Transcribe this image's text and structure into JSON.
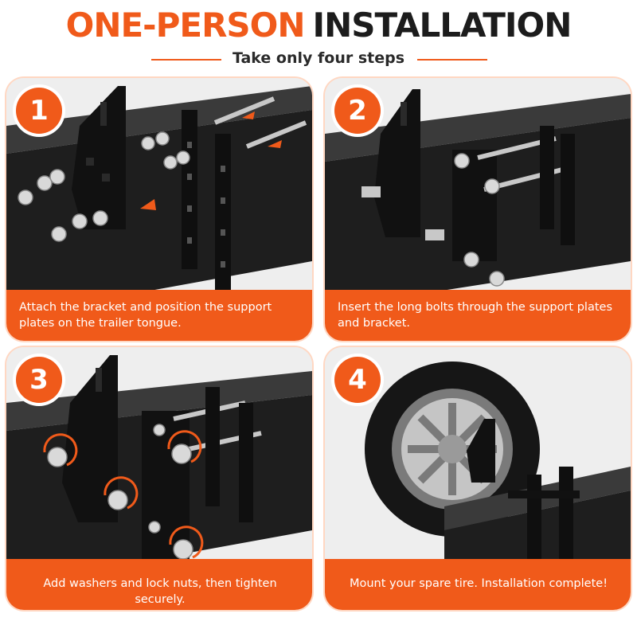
{
  "header": {
    "title_part1": "ONE-PERSON",
    "title_part2": "INSTALLATION",
    "subtitle": "Take only four steps"
  },
  "colors": {
    "accent": "#f05a1a",
    "dark": "#1c1c1c",
    "background": "#ffffff"
  },
  "steps": [
    {
      "number": "1",
      "caption": "Attach the bracket and position the support plates on the trailer tongue."
    },
    {
      "number": "2",
      "caption": "Insert the long bolts through the support plates and bracket."
    },
    {
      "number": "3",
      "caption": "Add washers and lock nuts, then tighten securely."
    },
    {
      "number": "4",
      "caption": "Mount your spare tire. Installation complete!"
    }
  ]
}
